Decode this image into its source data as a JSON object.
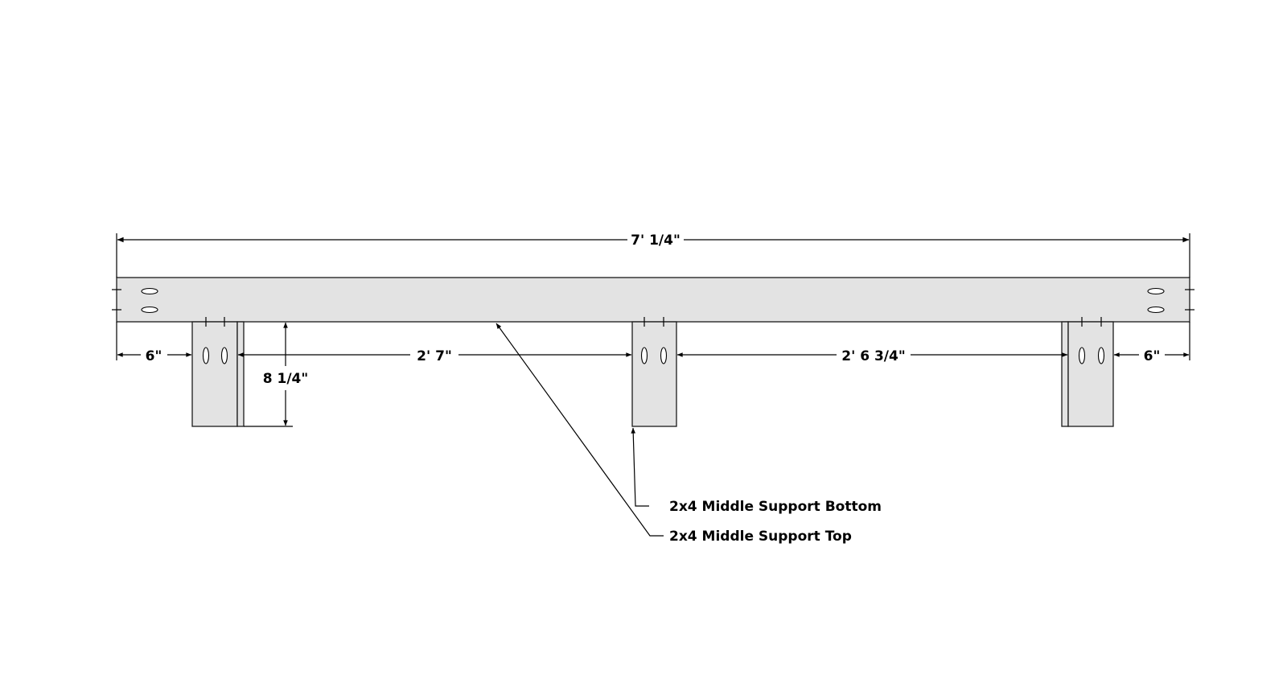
{
  "dimensions": {
    "overall_length": "7' 1/4\"",
    "left_end_offset": "6\"",
    "left_span": "2' 7\"",
    "right_span": "2' 6 3/4\"",
    "right_end_offset": "6\"",
    "support_height": "8 1/4\""
  },
  "callouts": {
    "support_bottom": "2x4 Middle Support Bottom",
    "support_top": "2x4 Middle Support Top"
  },
  "colors": {
    "board_fill": "#e3e3e3",
    "line": "#000000",
    "background": "#ffffff"
  }
}
